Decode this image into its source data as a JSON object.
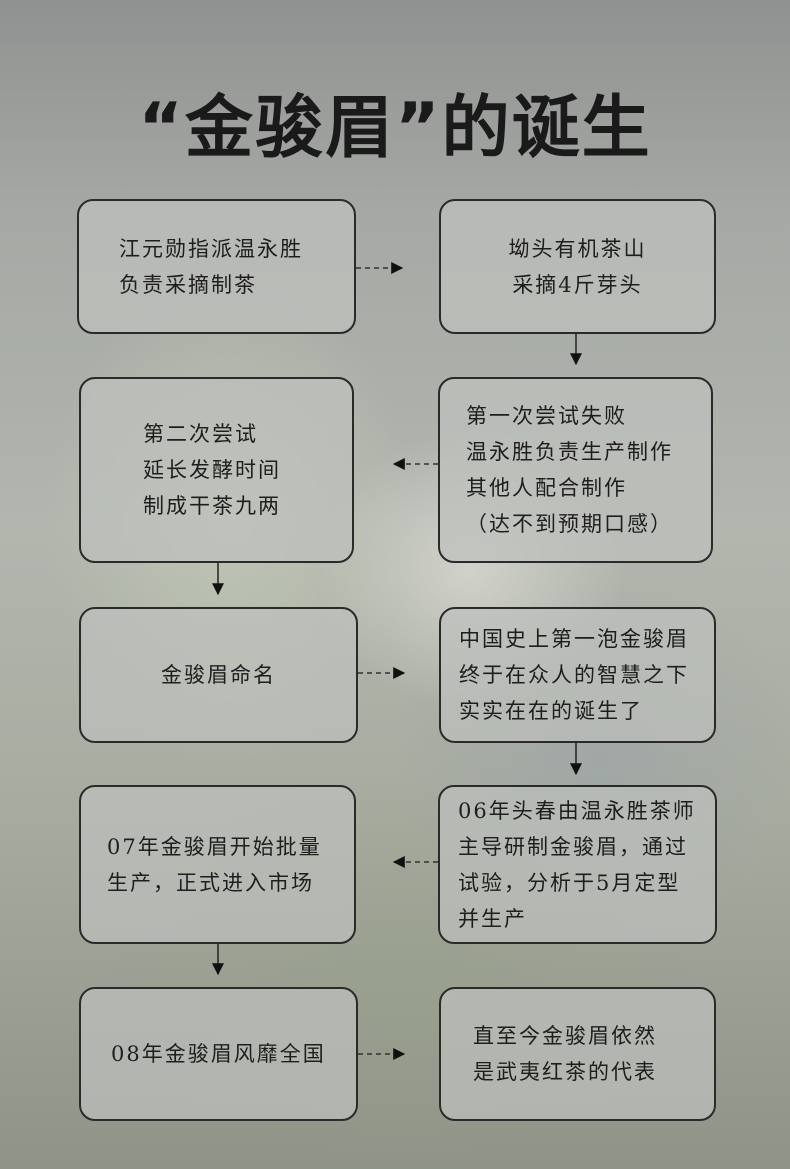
{
  "title": "“金骏眉”的诞生",
  "steps": [
    {
      "text": "江元勋指派温永胜\n负责采摘制茶"
    },
    {
      "text": "坳头有机茶山\n采摘4斤芽头"
    },
    {
      "text": "第一次尝试失败\n温永胜负责生产制作\n其他人配合制作\n（达不到预期口感）"
    },
    {
      "text": "第二次尝试\n延长发酵时间\n制成干茶九两"
    },
    {
      "text": "金骏眉命名"
    },
    {
      "text": "中国史上第一泡金骏眉\n终于在众人的智慧之下\n实实在在的诞生了"
    },
    {
      "text": "06年头春由温永胜茶师\n主导研制金骏眉，通过\n试验，分析于5月定型\n并生产"
    },
    {
      "text": "07年金骏眉开始批量\n生产，正式进入市场"
    },
    {
      "text": "08年金骏眉风靡全国"
    },
    {
      "text": "直至今金骏眉依然\n是武夷红茶的代表"
    }
  ]
}
